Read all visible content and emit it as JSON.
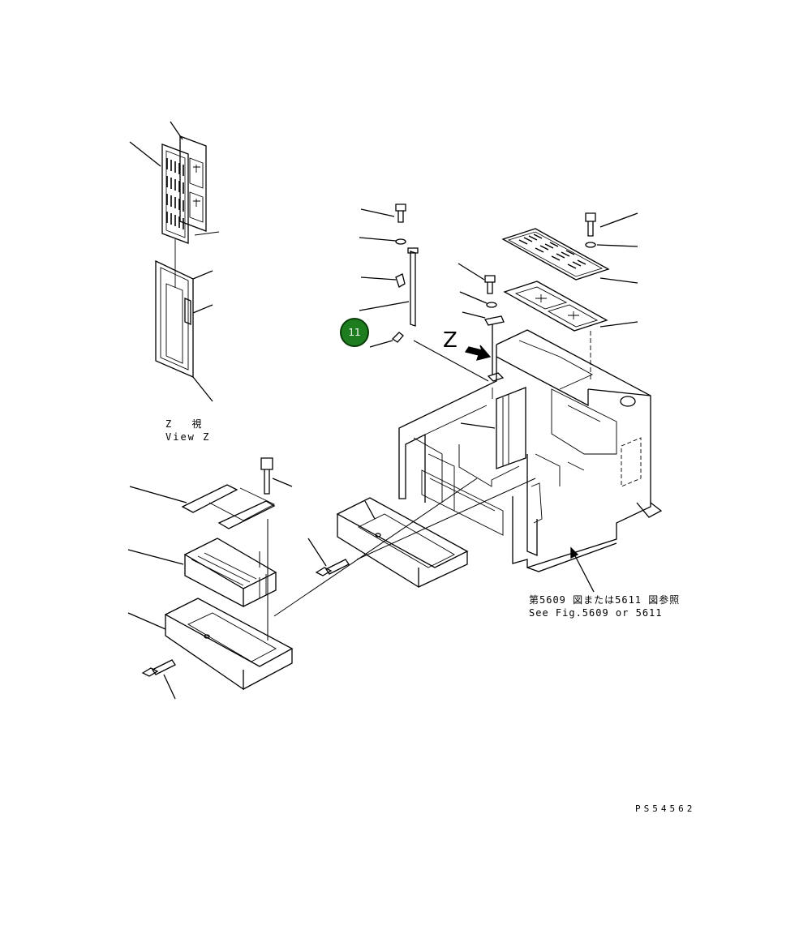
{
  "callout": {
    "number": "11",
    "color": "#1e7d1e"
  },
  "labels": {
    "view_z_jp": "Z　 視",
    "view_z_en": "View Z",
    "view_arrow_letter": "Z",
    "see_fig_jp": "第5609 図または5611 図参照",
    "see_fig_en": "See Fig.5609 or 5611",
    "drawing_number": "PS54562"
  }
}
